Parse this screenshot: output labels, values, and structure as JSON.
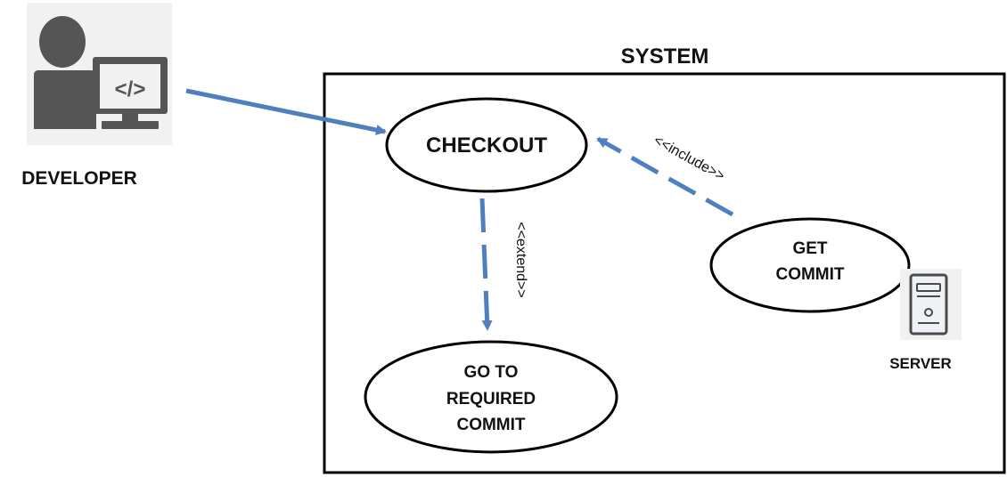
{
  "actors": {
    "developer": {
      "label": "DEVELOPER",
      "icon": "developer-computer-icon"
    },
    "server": {
      "label": "SERVER",
      "icon": "server-tower-icon"
    }
  },
  "system": {
    "title": "SYSTEM"
  },
  "use_cases": {
    "checkout": {
      "label": "CHECKOUT"
    },
    "get_commit": {
      "lines": [
        "GET",
        "COMMIT"
      ]
    },
    "go_to_required_commit": {
      "lines": [
        "GO TO",
        "REQUIRED",
        "COMMIT"
      ]
    }
  },
  "relationships": {
    "developer_to_checkout": {
      "type": "association",
      "from": "DEVELOPER",
      "to": "CHECKOUT"
    },
    "include": {
      "label": "<<include>>",
      "from": "GET COMMIT",
      "to": "CHECKOUT"
    },
    "extend": {
      "label": "<<extend>>",
      "from": "CHECKOUT",
      "to": "GO TO REQUIRED COMMIT"
    }
  },
  "colors": {
    "arrow": "#4f7fbf",
    "icon_dark": "#555555",
    "icon_background": "#f1f1f1",
    "server_body": "#eef2f6",
    "server_stroke": "#4a4a4a",
    "outline": "#000000"
  }
}
